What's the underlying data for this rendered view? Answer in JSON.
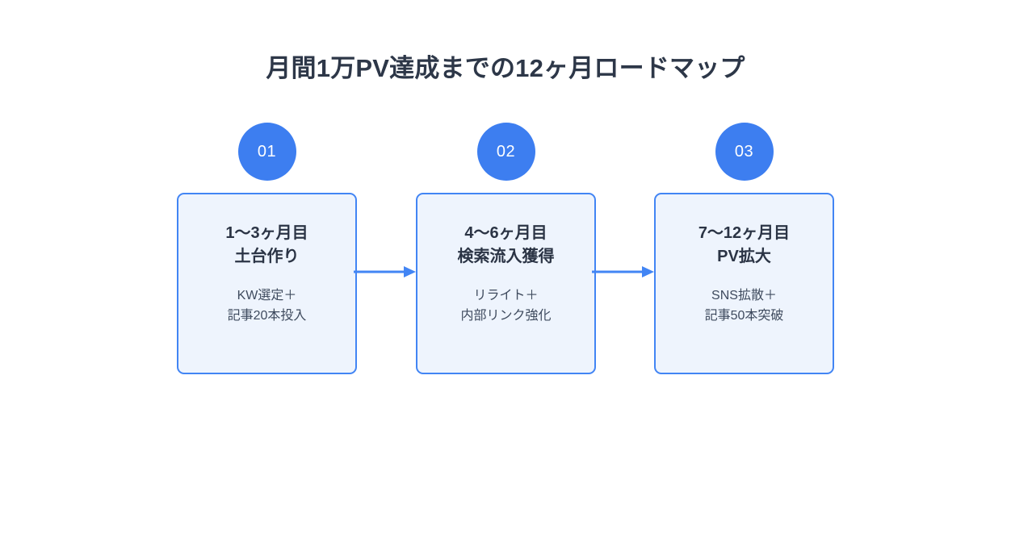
{
  "page": {
    "title": "月間1万PV達成までの12ヶ月ロードマップ",
    "background_color": "#ffffff"
  },
  "theme": {
    "accent": "#4285f4",
    "badge_fill": "#3d7ef0",
    "card_fill": "#eef4fd",
    "card_border": "#4285f4",
    "title_color": "#2d3748",
    "card_title_color": "#2b3445",
    "card_body_color": "#3f4b5e",
    "arrow_color": "#4285f4"
  },
  "flow": {
    "steps": [
      {
        "badge": "01",
        "title": "1〜3ヶ月目\n土台作り",
        "body": "KW選定＋\n記事20本投入"
      },
      {
        "badge": "02",
        "title": "4〜6ヶ月目\n検索流入獲得",
        "body": "リライト＋\n内部リンク強化"
      },
      {
        "badge": "03",
        "title": "7〜12ヶ月目\nPV拡大",
        "body": "SNS拡散＋\n記事50本突破"
      }
    ],
    "connectors": [
      {
        "icon": "arrow-right-icon"
      },
      {
        "icon": "arrow-right-icon"
      }
    ]
  }
}
